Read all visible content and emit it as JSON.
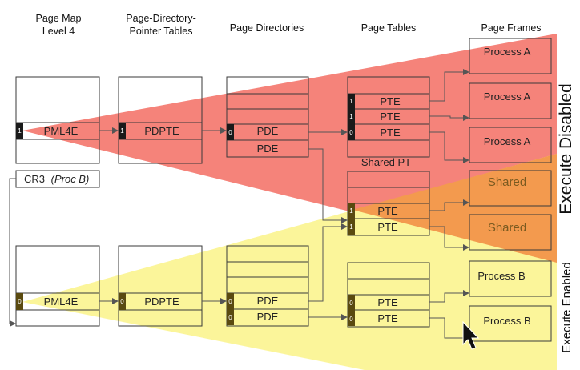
{
  "headers": {
    "pml4": [
      "Page Map",
      "Level 4"
    ],
    "pdpt": [
      "Page-Directory-",
      "Pointer Tables"
    ],
    "pd": "Page Directories",
    "pt": "Page Tables",
    "frames": "Page Frames"
  },
  "process_a": {
    "pml4e": {
      "label": "PML4E",
      "bit": "1"
    },
    "pdpte": {
      "label": "PDPTE",
      "bit": "1"
    },
    "pde_entries": [
      {
        "label": "PDE",
        "bit": "0"
      },
      {
        "label": "PDE",
        "bit": ""
      }
    ],
    "pte_entries": [
      {
        "label": "PTE",
        "bit": "1"
      },
      {
        "label": "PTE",
        "bit": "1"
      },
      {
        "label": "PTE",
        "bit": "0"
      }
    ]
  },
  "shared_pt": {
    "title": "Shared PT",
    "entries": [
      {
        "label": "PTE",
        "bit": "1"
      },
      {
        "label": "PTE",
        "bit": "1"
      }
    ]
  },
  "process_b": {
    "cr3": {
      "label": "CR3",
      "proc": "(Proc B)"
    },
    "pml4e": {
      "label": "PML4E",
      "bit": "0"
    },
    "pdpte": {
      "label": "PDPTE",
      "bit": "0"
    },
    "pde_entries": [
      {
        "label": "PDE",
        "bit": "0"
      },
      {
        "label": "PDE",
        "bit": "0"
      }
    ],
    "pte_entries": [
      {
        "label": "PTE",
        "bit": "0"
      },
      {
        "label": "PTE",
        "bit": "0"
      }
    ]
  },
  "frames": [
    "Process A",
    "Process A",
    "Process A",
    "Shared",
    "Shared",
    "Process B",
    "Process B"
  ],
  "side_labels": {
    "top": "Execute Disabled",
    "bottom": "Execute Enabled"
  },
  "colors": {
    "red": "#f5837a",
    "yellow": "#fbf59a",
    "orange": "#f39a4e",
    "bit_dark": "#1a1a1a",
    "bit_olive": "#5a4a10",
    "frame_shared_text": "#7a5a20"
  }
}
